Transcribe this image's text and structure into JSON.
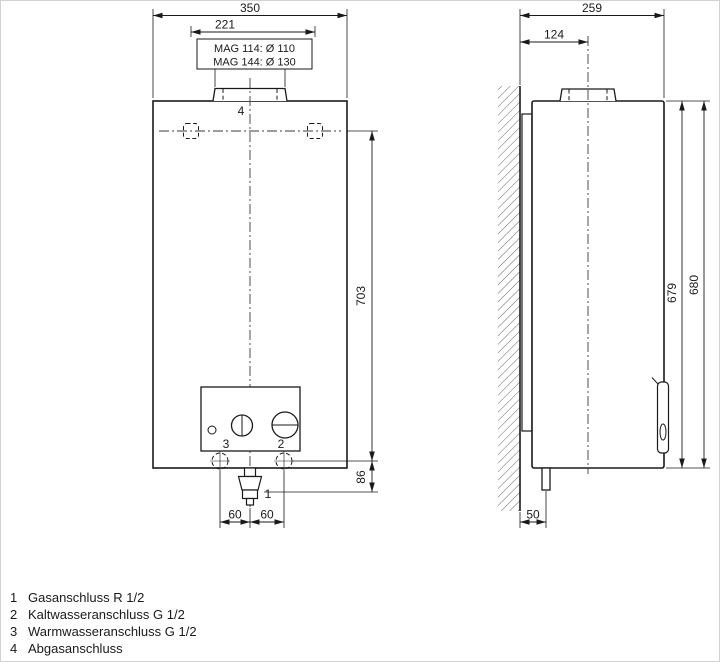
{
  "drawing": {
    "front": {
      "dims": {
        "width_total": "350",
        "mount_spacing": "221",
        "height": "703",
        "gas_offset": "86",
        "conn_left": "60",
        "conn_right": "60"
      },
      "flue_note": {
        "line1": "MAG 114: Ø 110",
        "line2": "MAG 144: Ø 130"
      },
      "callouts": {
        "flue": "4",
        "warm_water": "3",
        "cold_water": "2",
        "gas": "1"
      }
    },
    "side": {
      "dims": {
        "depth_total": "259",
        "flue_axis": "124",
        "height_front": "679",
        "height_overall": "680",
        "pipe_offset": "50"
      }
    }
  },
  "legend": {
    "items": [
      {
        "num": "1",
        "label": "Gasanschluss R 1/2"
      },
      {
        "num": "2",
        "label": "Kaltwasseranschluss G 1/2"
      },
      {
        "num": "3",
        "label": "Warmwasseranschluss G 1/2"
      },
      {
        "num": "4",
        "label": "Abgasanschluss"
      }
    ]
  },
  "colors": {
    "line": "#1a1a1a",
    "centerline": "#3a3a3a",
    "hatch": "#666666",
    "background": "#ffffff"
  }
}
